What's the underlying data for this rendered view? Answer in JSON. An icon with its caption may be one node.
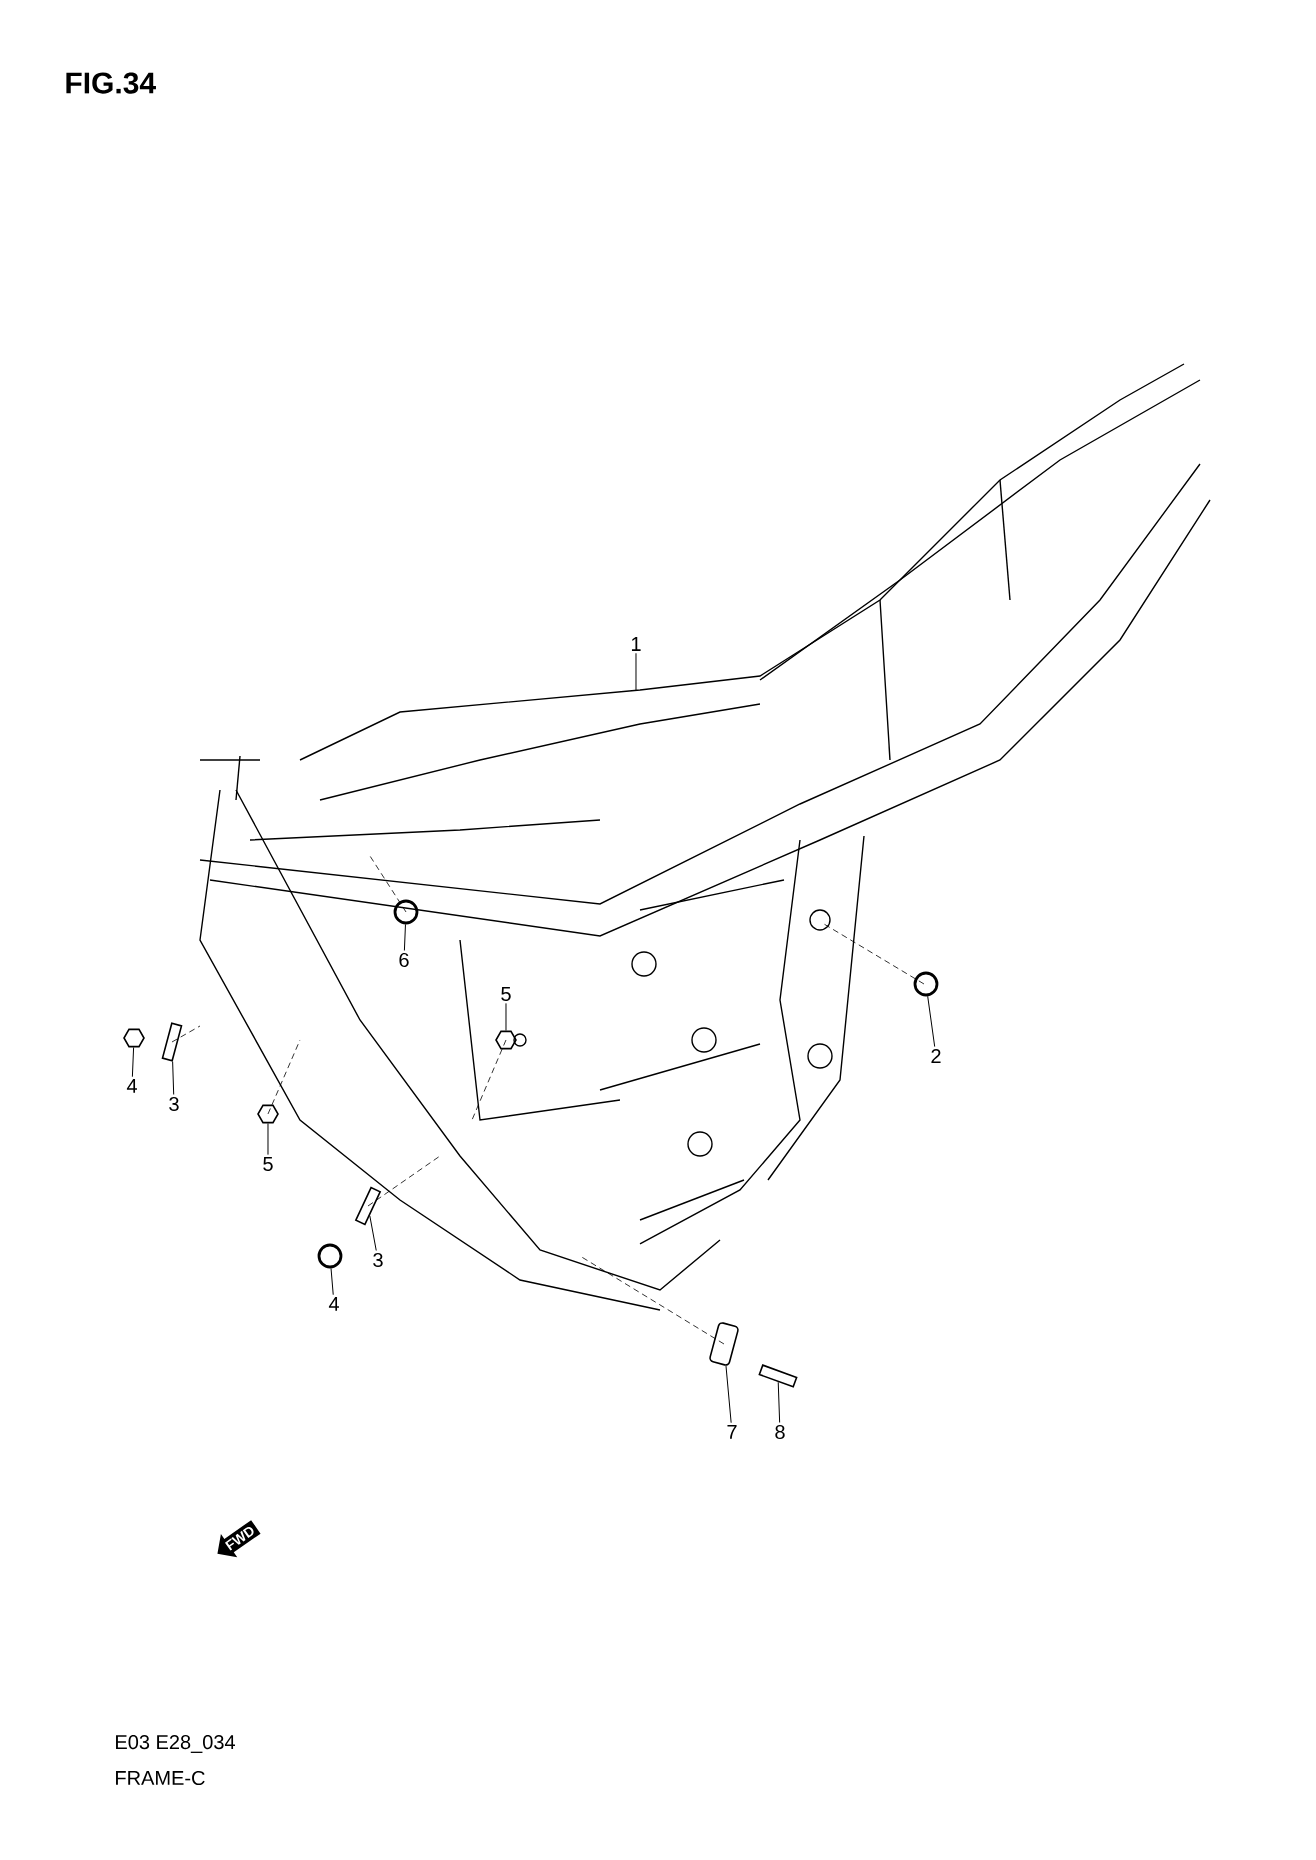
{
  "diagram": {
    "title": "FIG.34",
    "nodes": [
      {
        "text": [
          "1"
        ]
      },
      {
        "text": [
          "2"
        ]
      },
      {
        "text": [
          "4"
        ]
      },
      {
        "text": [
          "3"
        ]
      },
      {
        "text": [
          "5"
        ]
      },
      {
        "text": [
          "6"
        ]
      },
      {
        "text": [
          "5"
        ]
      },
      {
        "text": [
          "3"
        ]
      },
      {
        "text": [
          "4"
        ]
      },
      {
        "text": [
          "7"
        ]
      },
      {
        "text": [
          "8"
        ]
      },
      {
        "text": [],
        "shape": "circle"
      },
      {
        "text": [],
        "shape": "hexagon"
      },
      {
        "text": [],
        "shape": "bolt"
      },
      {
        "text": [],
        "shape": "hexagon"
      },
      {
        "text": [],
        "shape": "circle"
      },
      {
        "text": [],
        "shape": "hexagon"
      },
      {
        "text": [],
        "shape": "bolt"
      },
      {
        "text": [],
        "shape": "circle"
      },
      {
        "text": [],
        "shape": "bracket"
      },
      {
        "text": [],
        "shape": "bolt"
      }
    ],
    "edges": [
      {
        "from": 0,
        "to": null,
        "arrow": "none"
      },
      {
        "from": 1,
        "to": 11,
        "arrow": "none"
      },
      {
        "from": 2,
        "to": 12,
        "arrow": "none"
      },
      {
        "from": 3,
        "to": 13,
        "arrow": "none"
      },
      {
        "from": 4,
        "to": 14,
        "arrow": "none"
      },
      {
        "from": 5,
        "to": 15,
        "arrow": "none"
      },
      {
        "from": 6,
        "to": 16,
        "arrow": "none"
      },
      {
        "from": 7,
        "to": 17,
        "arrow": "none"
      },
      {
        "from": 8,
        "to": 18,
        "arrow": "none"
      },
      {
        "from": 9,
        "to": 19,
        "arrow": "none"
      },
      {
        "from": 10,
        "to": 20,
        "arrow": "none"
      }
    ],
    "labels": [
      "FWD",
      "E03 E28_034",
      "FRAME-C"
    ]
  }
}
